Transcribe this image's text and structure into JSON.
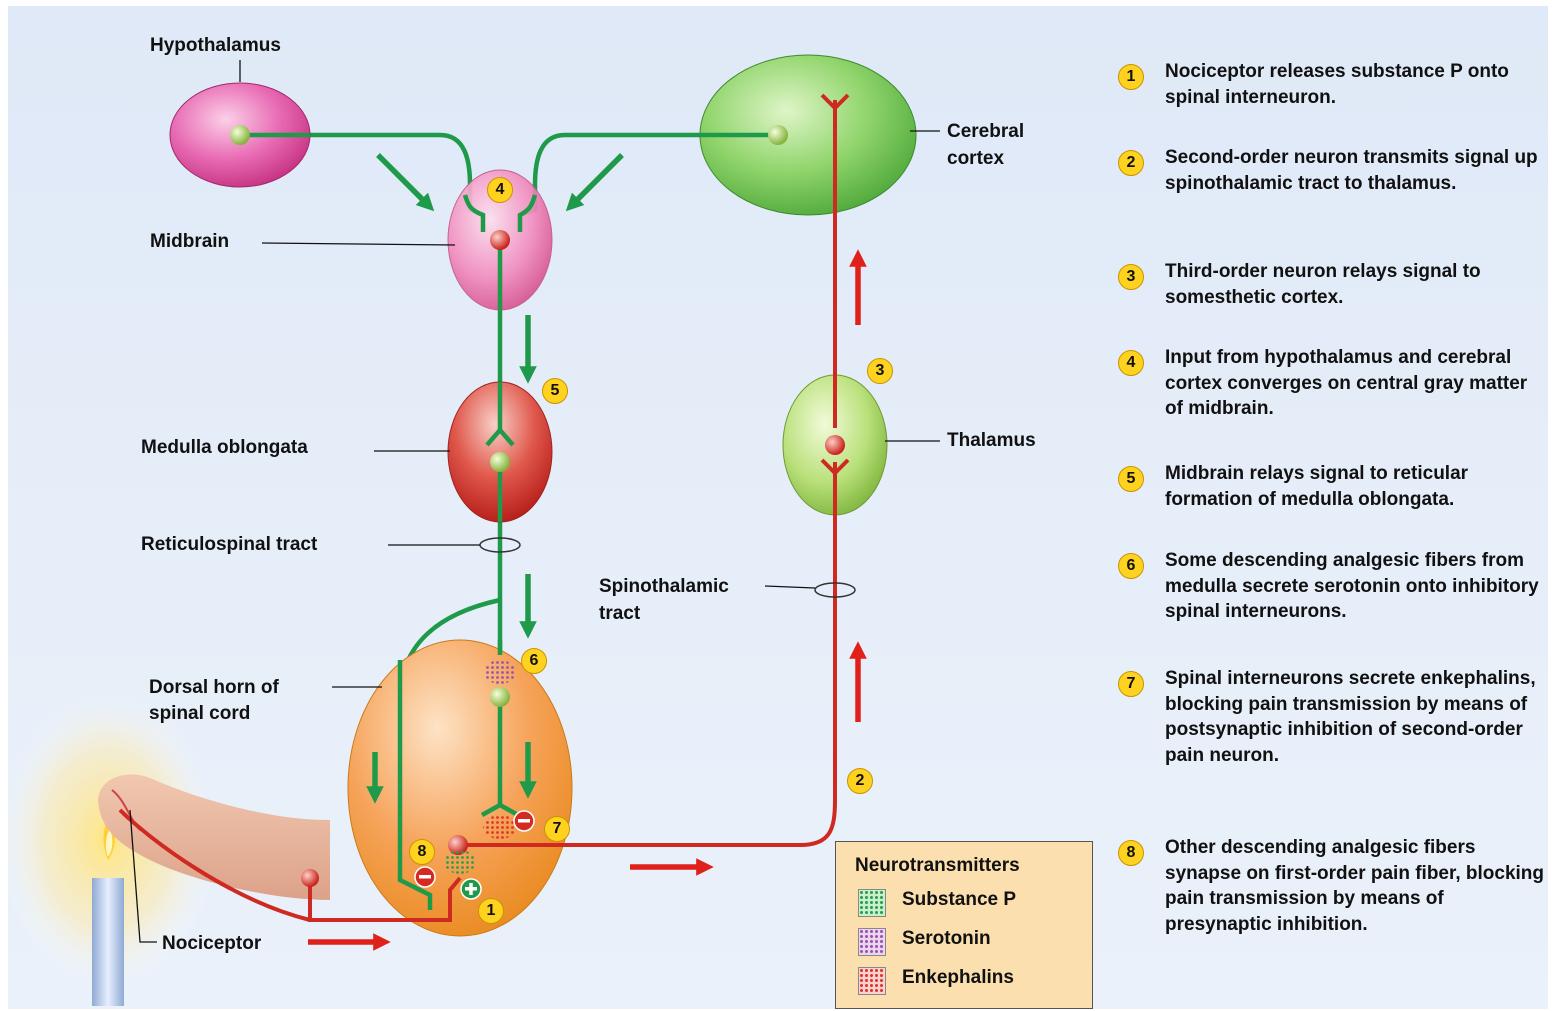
{
  "structures": {
    "hypothalamus": "Hypothalamus",
    "midbrain": "Midbrain",
    "medulla": "Medulla oblongata",
    "reticulospinal": "Reticulospinal tract",
    "dorsal_horn_1": "Dorsal horn of",
    "dorsal_horn_2": "spinal cord",
    "nociceptor": "Nociceptor",
    "cerebral_1": "Cerebral",
    "cerebral_2": "cortex",
    "thalamus": "Thalamus",
    "spinothalamic_1": "Spinothalamic",
    "spinothalamic_2": "tract"
  },
  "markers": {
    "m1": "1",
    "m2": "2",
    "m3": "3",
    "m4": "4",
    "m5": "5",
    "m6": "6",
    "m7": "7",
    "m8": "8"
  },
  "steps": [
    {
      "num": "1",
      "text": "Nociceptor releases substance P onto spinal interneuron."
    },
    {
      "num": "2",
      "text": "Second-order neuron transmits signal up spinothalamic tract to thalamus."
    },
    {
      "num": "3",
      "text": "Third-order neuron relays signal to somesthetic cortex."
    },
    {
      "num": "4",
      "text": "Input from hypothalamus and cerebral cortex converges on central gray matter of midbrain."
    },
    {
      "num": "5",
      "text": "Midbrain relays signal to reticular formation of medulla oblongata."
    },
    {
      "num": "6",
      "text": "Some descending analgesic fibers from medulla secrete serotonin onto inhibitory spinal interneurons."
    },
    {
      "num": "7",
      "text": "Spinal interneurons secrete enkephalins, blocking pain transmission by means of postsynaptic inhibition of second-order pain neuron."
    },
    {
      "num": "8",
      "text": "Other descending analgesic fibers synapse on first-order pain fiber, blocking pain transmission by means of presynaptic inhibition."
    }
  ],
  "legend": {
    "title": "Neurotransmitters",
    "items": [
      {
        "name": "Substance P",
        "color": "#2e9e4a"
      },
      {
        "name": "Serotonin",
        "color": "#9a55a8"
      },
      {
        "name": "Enkephalins",
        "color": "#e0352e"
      }
    ]
  },
  "colors": {
    "descending_pathway": "#1f9a4a",
    "ascending_pathway": "#d42a22",
    "marker": "#ffd21f"
  }
}
